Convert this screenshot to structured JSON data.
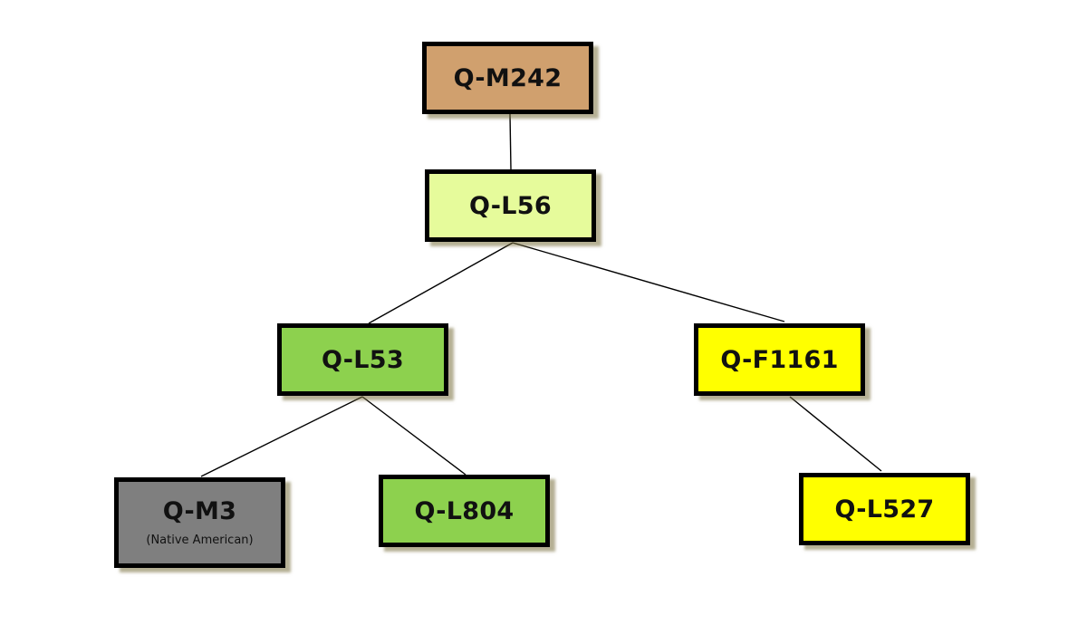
{
  "nodes": {
    "m242": {
      "label": "Q-M242",
      "color": "#D0A06E"
    },
    "l56": {
      "label": "Q-L56",
      "color": "#E6FB9B"
    },
    "l53": {
      "label": "Q-L53",
      "color": "#8DD14E"
    },
    "f1161": {
      "label": "Q-F1161",
      "color": "#FFFF00"
    },
    "m3": {
      "label": "Q-M3",
      "sublabel": "(Native American)",
      "color": "#7F7F7F"
    },
    "l804": {
      "label": "Q-L804",
      "color": "#8DD14E"
    },
    "l527": {
      "label": "Q-L527",
      "color": "#FFFF00"
    }
  },
  "edges": [
    {
      "from": "m242",
      "to": "l56"
    },
    {
      "from": "l56",
      "to": "l53"
    },
    {
      "from": "l56",
      "to": "f1161"
    },
    {
      "from": "l53",
      "to": "m3"
    },
    {
      "from": "l53",
      "to": "l804"
    },
    {
      "from": "f1161",
      "to": "l527"
    }
  ],
  "line_color": "#000000"
}
